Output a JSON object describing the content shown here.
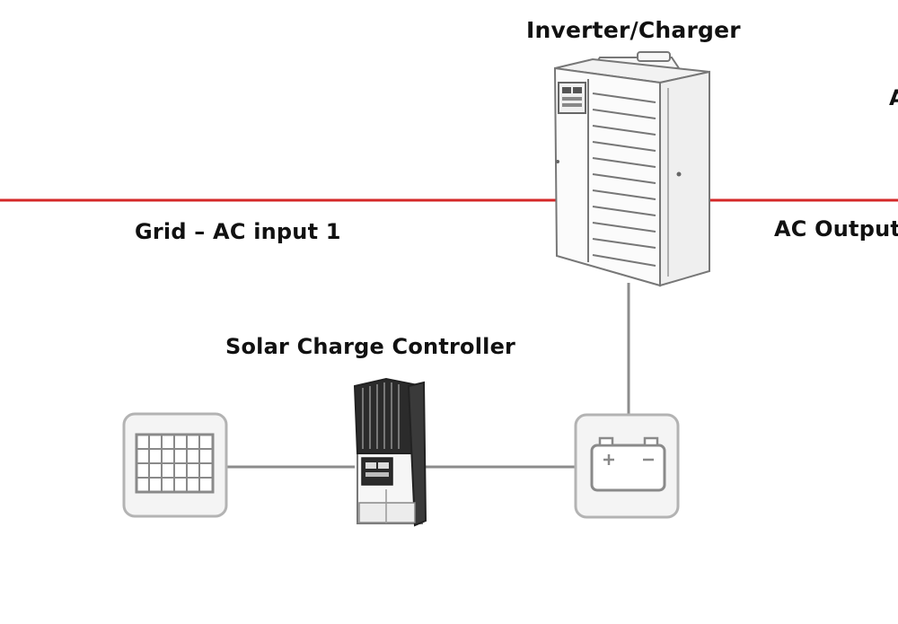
{
  "labels": {
    "inverter": "Inverter/Charger",
    "grid_input": "Grid – AC input 1",
    "ac_output": "AC Output",
    "solar_controller": "Solar Charge Controller",
    "edge_text": "A"
  },
  "colors": {
    "ac_line": "#d42828",
    "dc_line": "#8c8c8c",
    "icon_border": "#b3b3b3",
    "icon_fill": "#f4f4f4",
    "icon_stroke": "#8a8a8a",
    "device_stroke": "#777777",
    "controller_dark": "#2b2b2b"
  },
  "icons": {
    "solar_panel": "solar-panel-icon",
    "battery": "battery-icon",
    "inverter": "inverter-charger-icon",
    "controller": "charge-controller-icon"
  }
}
